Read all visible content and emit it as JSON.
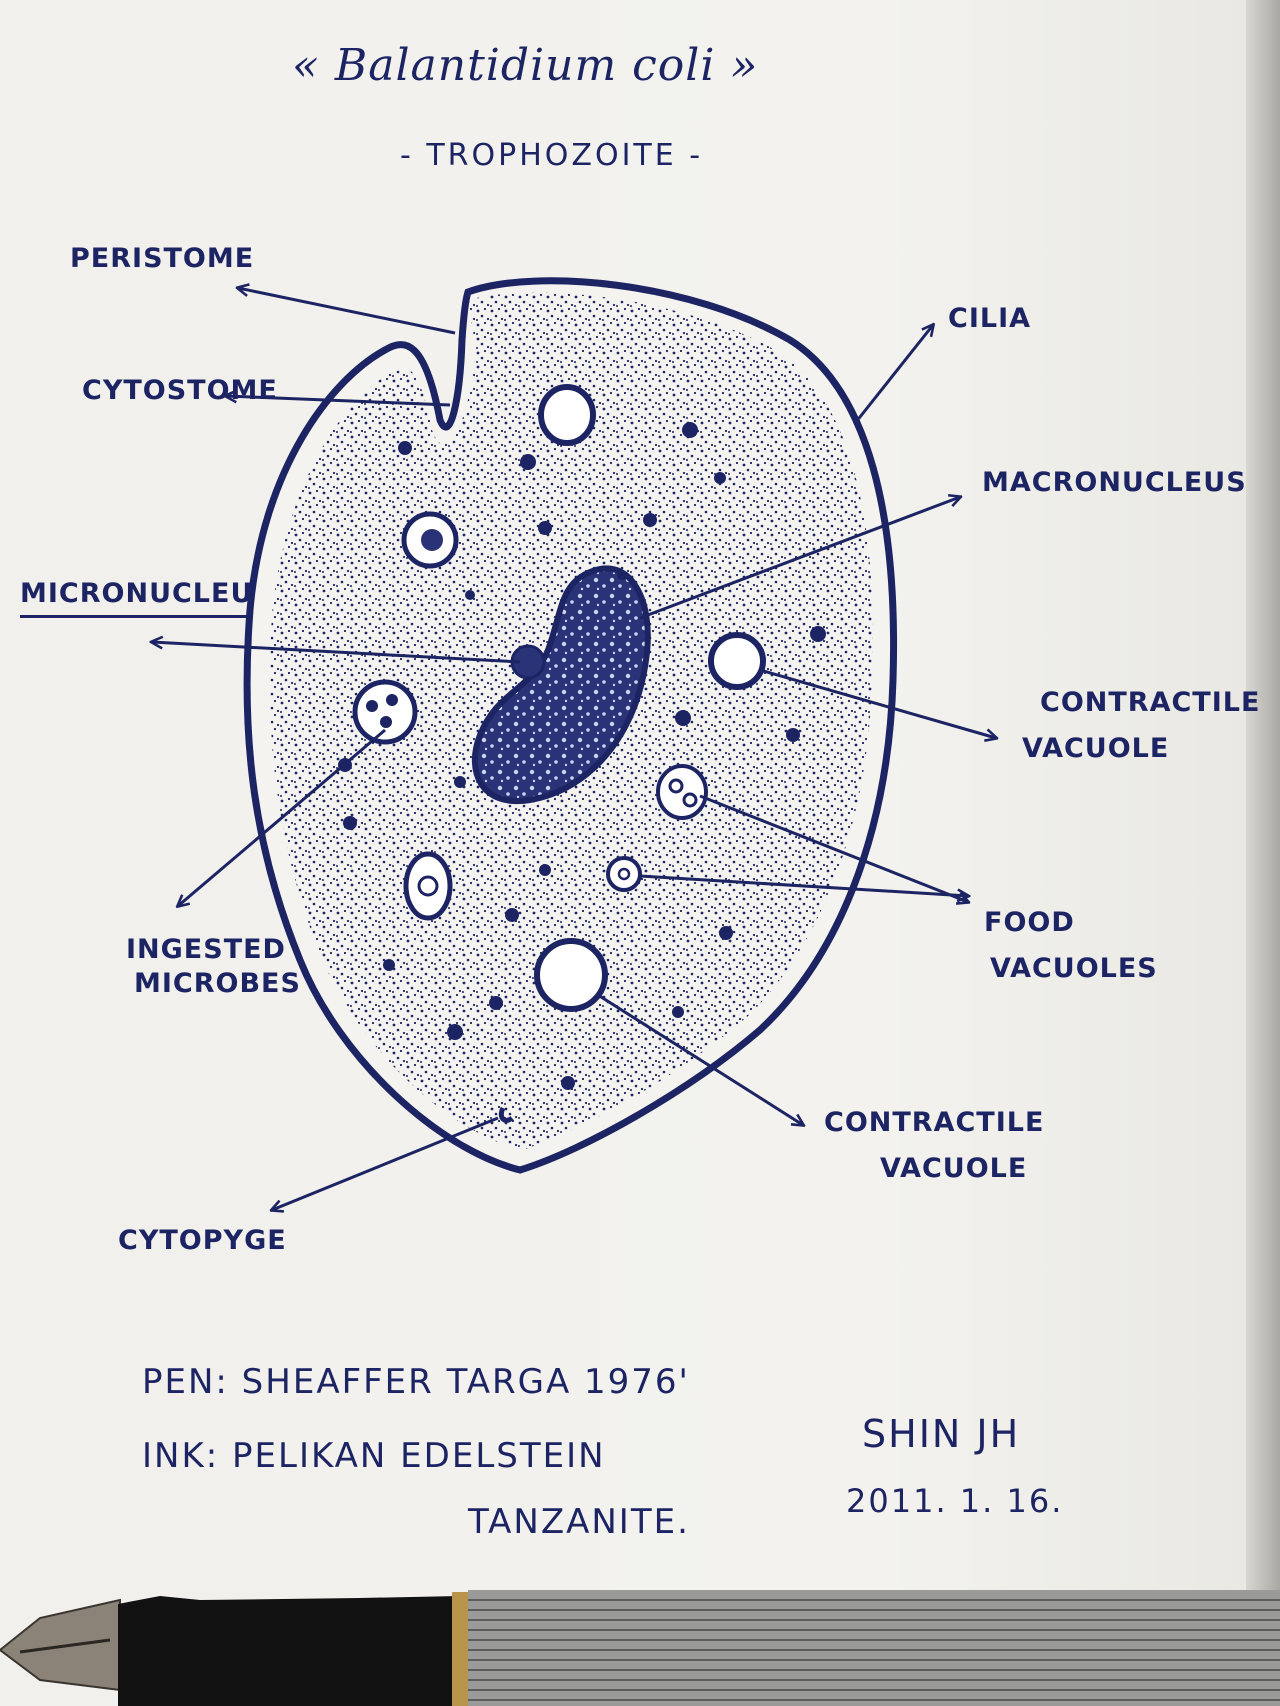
{
  "title": "« Balantidium coli »",
  "subtitle": "- TROPHOZOITE -",
  "labels": {
    "peristome": "PERISTOME",
    "cytostome": "CYTOSTOME",
    "micronucleus": "MICRONUCLEUS",
    "ingested_microbes": [
      "INGESTED",
      "MICROBES"
    ],
    "cytopyge": "CYTOPYGE",
    "cilia": "CILIA",
    "macronucleus": "MACRONUCLEUS",
    "contractile_vacuole_upper": [
      "CONTRACTILE",
      "VACUOLE"
    ],
    "food_vacuoles": [
      "FOOD",
      "VACUOLES"
    ],
    "contractile_vacuole_lower": [
      "CONTRACTILE",
      "VACUOLE"
    ]
  },
  "footer": {
    "pen": "PEN: SHEAFFER TARGA 1976'",
    "ink": "INK: PELIKAN EDELSTEIN",
    "ink_color": "TANZANITE.",
    "author": "SHIN JH",
    "date": "2011. 1. 16."
  },
  "colors": {
    "ink": "#1c2463",
    "paper": "#f2f1ed",
    "pen_barrel": "#9a9a98",
    "pen_cap": "#111111",
    "pen_trim": "#b8954a"
  }
}
